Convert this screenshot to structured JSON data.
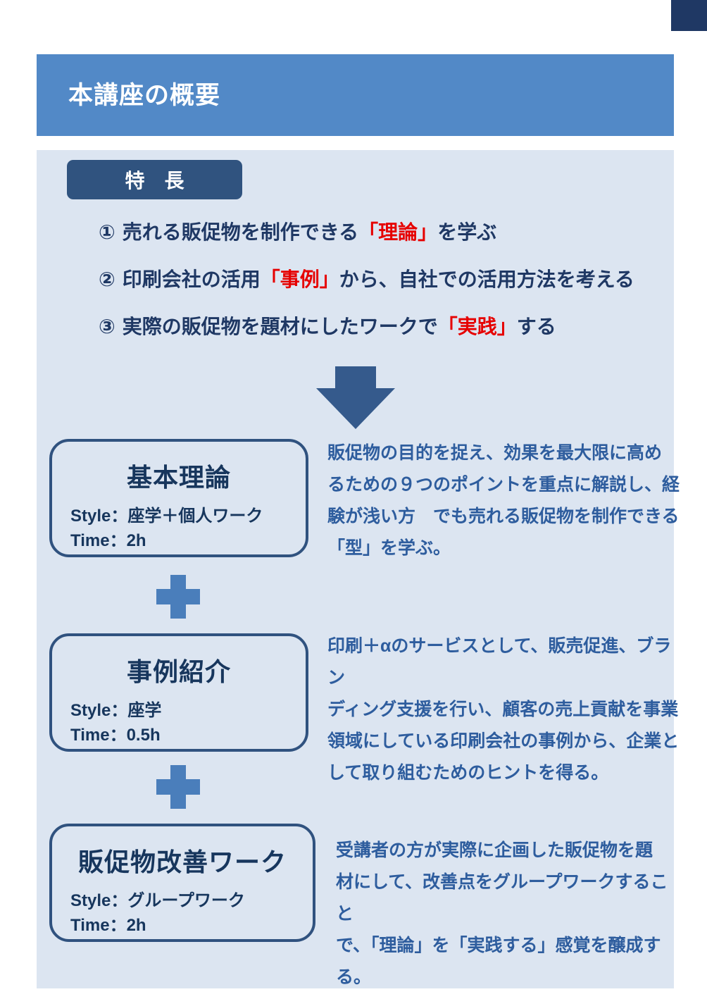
{
  "slide": {
    "header": {
      "title": "本講座の概要"
    },
    "features": {
      "label": "特　長",
      "items": [
        {
          "num": "①",
          "pre": "売れる販促物を制作できる",
          "em": "「理論」",
          "post": "を学ぶ"
        },
        {
          "num": "②",
          "pre": "印刷会社の活用",
          "em": "「事例」",
          "post": "から、自社での活用方法を考える"
        },
        {
          "num": "③",
          "pre": "実際の販促物を題材にしたワークで",
          "em": "「実践」",
          "post": "する"
        }
      ]
    },
    "modules": [
      {
        "title": "基本理論",
        "style_label": "Style：座学＋個人ワーク",
        "time_label": "Time：2h",
        "description": "販促物の目的を捉え、効果を最大限に高め\nるための９つのポイントを重点に解説し、経\n験が浅い方　でも売れる販促物を制作できる\n「型」を学ぶ。"
      },
      {
        "title": "事例紹介",
        "style_label": "Style：座学",
        "time_label": "Time：0.5h",
        "description": "印刷＋αのサービスとして、販売促進、ブラン\nディング支援を行い、顧客の売上貢献を事業\n領域にしている印刷会社の事例から、企業と\nして取り組むためのヒントを得る。"
      },
      {
        "title": "販促物改善ワーク",
        "style_label": "Style：グループワーク",
        "time_label": "Time：2h",
        "description": "受講者の方が実際に企画した販促物を題\n材にして、改善点をグループワークすること\nで、「理論」を「実践する」感覚を醸成する。"
      }
    ],
    "colors": {
      "header_bar": "#5289C7",
      "panel_bg": "#DCE5F1",
      "label_box": "#30537F",
      "body_text": "#1F3864",
      "highlight_red": "#E60000",
      "arrow": "#355A8C",
      "plus": "#4A7EBB",
      "box_border": "#30527F",
      "box_title_text": "#17365D",
      "description_text": "#2E5D9E",
      "corner_square": "#1F3864"
    }
  }
}
